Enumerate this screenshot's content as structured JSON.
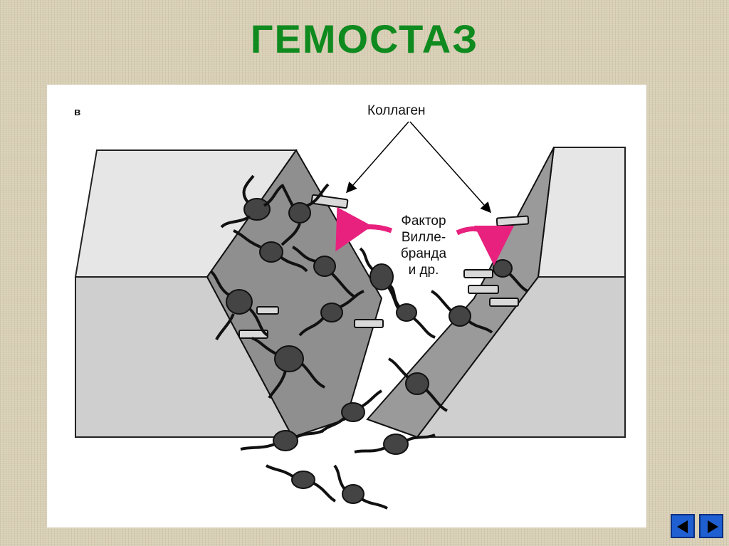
{
  "slide": {
    "title": "ГЕМОСТАЗ"
  },
  "figure": {
    "panel_letter": "в",
    "collagen_label": "Коллаген",
    "vwf_label_lines": [
      "Фактор",
      "Вилле-",
      "бранда",
      "и др."
    ]
  },
  "colors": {
    "title": "#0e8a1e",
    "arrow_magenta": "#e8217e",
    "nav_button": "#1f5fd1"
  },
  "icons": {
    "prev": "triangle-left-icon",
    "next": "triangle-right-icon"
  }
}
